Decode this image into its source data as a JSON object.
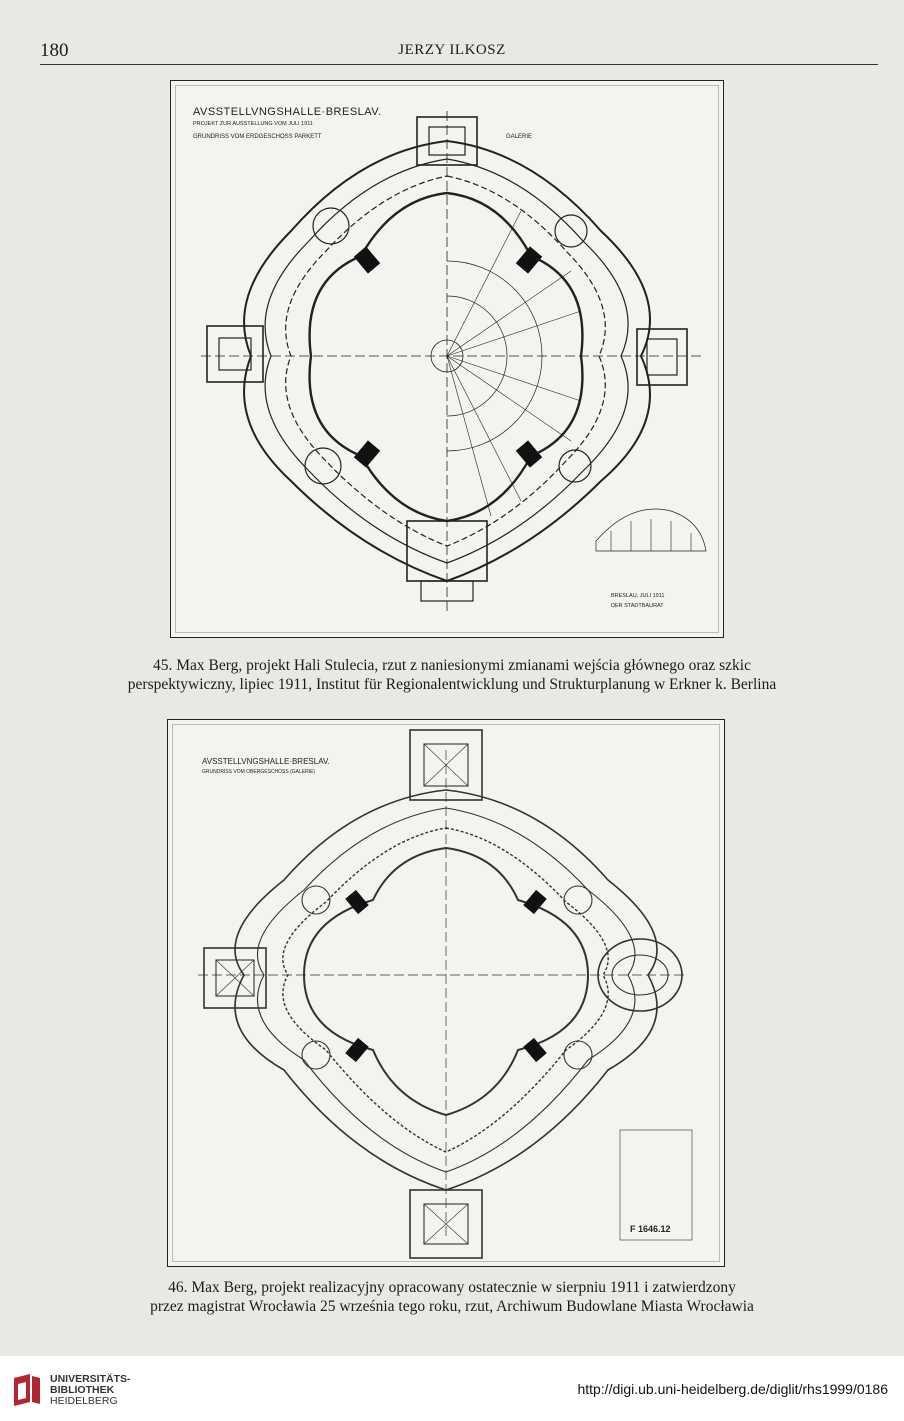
{
  "header": {
    "page_number": "180",
    "running_title": "JERZY ILKOSZ"
  },
  "figure1": {
    "drawing_title": "AVSSTELLVNGSHALLE·BRESLAV.",
    "drawing_subtitle": "PROJEKT ZUR AUSSTELLUNG VOM JULI 1911",
    "drawing_label_left": "GRUNDRISS VOM ERDGESCHOSS  PARKETT",
    "drawing_label_right": "GALERIE",
    "drawing_date": "BRESLAU, JULI 1911",
    "drawing_office": "DER STADTBAURAT",
    "caption_line1": "45. Max Berg, projekt Hali Stulecia, rzut z naniesionymi zmianami wejścia głównego oraz szkic",
    "caption_line2": "perspektywiczny, lipiec 1911, Institut für Regionalentwicklung und Strukturplanung w Erkner k. Berlina"
  },
  "figure2": {
    "drawing_title": "AVSSTELLVNGSHALLE·BRESLAV.",
    "drawing_subtitle": "GRUNDRISS VOM OBERGESCHOSS (GALERIE)",
    "stamp_number": "F 1646.12",
    "caption_line1": "46. Max Berg, projekt realizacyjny opracowany ostatecznie w sierpniu 1911 i zatwierdzony",
    "caption_line2": "przez magistrat Wrocławia 25 września tego roku, rzut, Archiwum Budowlane Miasta Wrocławia"
  },
  "footer": {
    "library_line1": "UNIVERSITÄTS-",
    "library_line2": "BIBLIOTHEK",
    "library_line3": "HEIDELBERG",
    "url": "http://digi.ub.uni-heidelberg.de/diglit/rhs1999/0186"
  }
}
